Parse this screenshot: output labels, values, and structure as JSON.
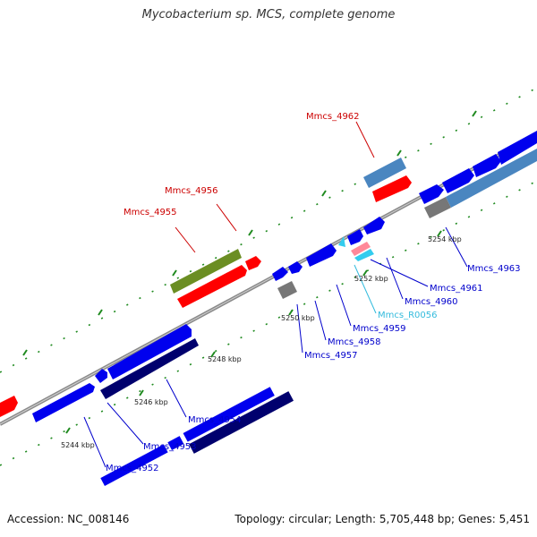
{
  "title": "Mycobacterium sp. MCS, complete genome",
  "accession": "Accession: NC_008146",
  "summary": "Topology: circular; Length: 5,705,448 bp; Genes: 5,451",
  "colors": {
    "backbone": "#8a8a8a",
    "tick": "#1f8a1f",
    "forward_gene": "#0000ee",
    "reverse_gene": "#ff0000",
    "rna": "#33ccee",
    "dark_gene": "#00006e",
    "light_gene": "#4a86c0",
    "olive_gene": "#6b8e23",
    "gray_gene": "#777777",
    "label_blue": "#0000cc",
    "label_red": "#cc0000",
    "label_cyan": "#33bbdd"
  },
  "kbp_labels": [
    "5244 kbp",
    "5246 kbp",
    "5248 kbp",
    "5250 kbp",
    "5252 kbp",
    "5254 kbp"
  ],
  "gene_labels": {
    "Mmcs_4952": "Mmcs_4952",
    "Mmcs_4953": "Mmcs_4953",
    "Mmcs_4954": "Mmcs_4954",
    "Mmcs_4955": "Mmcs_4955",
    "Mmcs_4956": "Mmcs_4956",
    "Mmcs_4957": "Mmcs_4957",
    "Mmcs_4958": "Mmcs_4958",
    "Mmcs_4959": "Mmcs_4959",
    "Mmcs_R0056": "Mmcs_R0056",
    "Mmcs_4960": "Mmcs_4960",
    "Mmcs_4961": "Mmcs_4961",
    "Mmcs_4962": "Mmcs_4962",
    "Mmcs_4963": "Mmcs_4963"
  }
}
